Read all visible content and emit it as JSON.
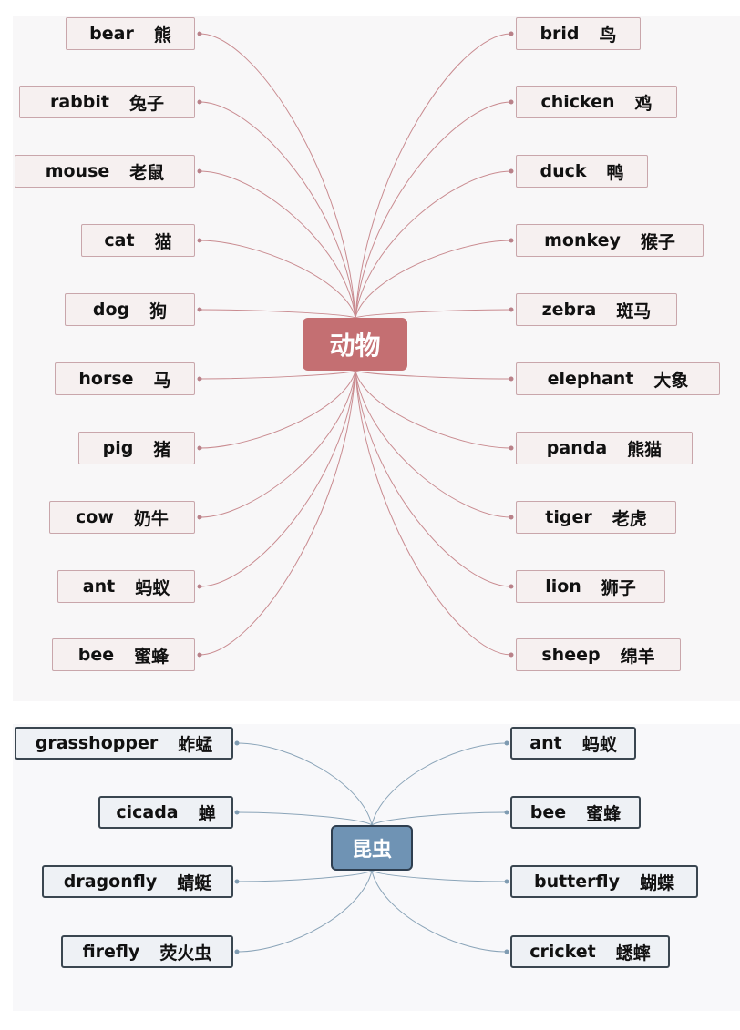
{
  "animals": {
    "center_label": "动物",
    "color": "#c46f72",
    "left": [
      {
        "en": "bear",
        "zh": "熊"
      },
      {
        "en": "rabbit",
        "zh": "兔子"
      },
      {
        "en": "mouse",
        "zh": "老鼠"
      },
      {
        "en": "cat",
        "zh": "猫"
      },
      {
        "en": "dog",
        "zh": "狗"
      },
      {
        "en": "horse",
        "zh": "马"
      },
      {
        "en": "pig",
        "zh": "猪"
      },
      {
        "en": "cow",
        "zh": "奶牛"
      },
      {
        "en": "ant",
        "zh": "蚂蚁"
      },
      {
        "en": "bee",
        "zh": "蜜蜂"
      }
    ],
    "right": [
      {
        "en": "brid",
        "zh": "鸟"
      },
      {
        "en": "chicken",
        "zh": "鸡"
      },
      {
        "en": "duck",
        "zh": "鸭"
      },
      {
        "en": "monkey",
        "zh": "猴子"
      },
      {
        "en": "zebra",
        "zh": "斑马"
      },
      {
        "en": "elephant",
        "zh": "大象"
      },
      {
        "en": "panda",
        "zh": "熊猫"
      },
      {
        "en": "tiger",
        "zh": "老虎"
      },
      {
        "en": "lion",
        "zh": "狮子"
      },
      {
        "en": "sheep",
        "zh": "绵羊"
      }
    ]
  },
  "insects": {
    "center_label": "昆虫",
    "color": "#6f93b4",
    "left": [
      {
        "en": "grasshopper",
        "zh": "蚱蜢"
      },
      {
        "en": "cicada",
        "zh": "蝉"
      },
      {
        "en": "dragonfly",
        "zh": "蜻蜓"
      },
      {
        "en": "firefly",
        "zh": "荧火虫"
      }
    ],
    "right": [
      {
        "en": "ant",
        "zh": "蚂蚁"
      },
      {
        "en": "bee",
        "zh": "蜜蜂"
      },
      {
        "en": "butterfly",
        "zh": "蝴蝶"
      },
      {
        "en": "cricket",
        "zh": "蟋蟀"
      }
    ]
  }
}
